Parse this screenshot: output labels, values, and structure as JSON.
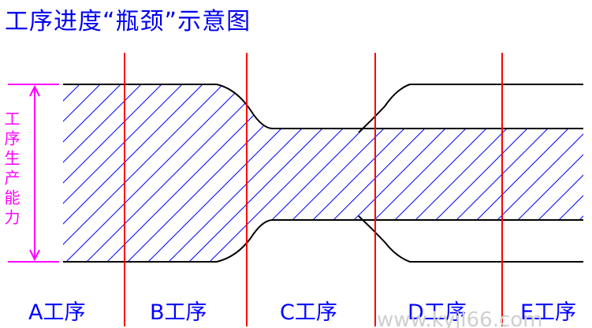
{
  "title": "工序进度“瓶颈”示意图",
  "capacity_label": "工序生产能力",
  "stages": [
    "A工序",
    "B工序",
    "C工序",
    "D工序",
    "E工序"
  ],
  "watermark": "www.kyjl66.com",
  "colors": {
    "title": "#0000f0",
    "hatch": "#0000ff",
    "outline": "#000000",
    "divider": "#ff0000",
    "capacity": "#ff00ff"
  }
}
